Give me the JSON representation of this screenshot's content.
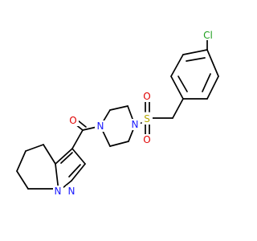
{
  "molecule": {
    "atoms": [
      {
        "id": "cl",
        "symbol": "Cl",
        "color": "#1e9e1e"
      },
      {
        "id": "s",
        "symbol": "S",
        "color": "#b5a800"
      },
      {
        "id": "o1",
        "symbol": "O",
        "color": "#e00000"
      },
      {
        "id": "o2",
        "symbol": "O",
        "color": "#e00000"
      },
      {
        "id": "o3",
        "symbol": "O",
        "color": "#e00000"
      },
      {
        "id": "n1",
        "symbol": "N",
        "color": "#1a1aff"
      },
      {
        "id": "n2",
        "symbol": "N",
        "color": "#1a1aff"
      },
      {
        "id": "n3",
        "symbol": "N",
        "color": "#1a1aff"
      },
      {
        "id": "n4",
        "symbol": "N",
        "color": "#1a1aff"
      }
    ]
  }
}
